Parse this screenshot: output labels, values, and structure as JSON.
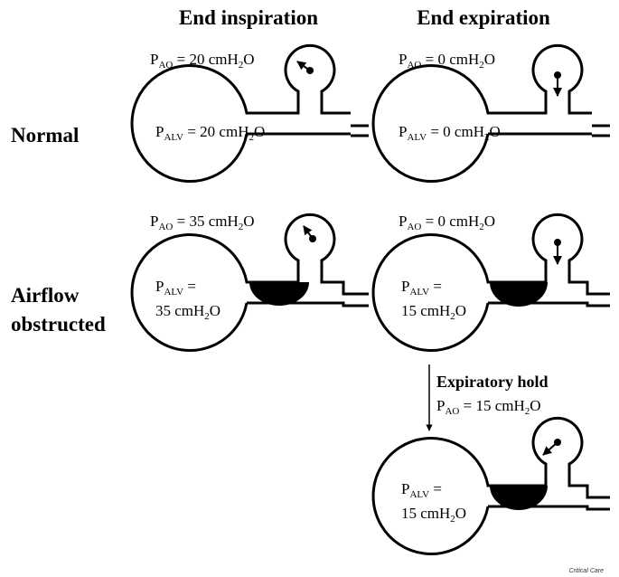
{
  "headers": {
    "col_inspiration": "End inspiration",
    "col_expiration": "End expiration"
  },
  "row_labels": {
    "normal": "Normal",
    "obstructed_line1": "Airflow",
    "obstructed_line2": "obstructed"
  },
  "symbols": {
    "p": "P",
    "ao_sub": "AO",
    "alv_sub": "ALV",
    "unit_main": "cmH",
    "unit_sub": "2",
    "unit_end": "O",
    "equals": "="
  },
  "panels": {
    "normal_insp": {
      "pao": "20",
      "palv": "20"
    },
    "normal_exp": {
      "pao": "0",
      "palv": "0"
    },
    "obstructed_insp": {
      "pao": "35",
      "palv": "35"
    },
    "obstructed_exp": {
      "pao": "0",
      "palv": "15"
    },
    "hold": {
      "pao": "15",
      "palv": "15"
    }
  },
  "hold_label": "Expiratory hold",
  "credit": "Critical Care",
  "colors": {
    "ink": "#000000",
    "background": "#ffffff"
  }
}
